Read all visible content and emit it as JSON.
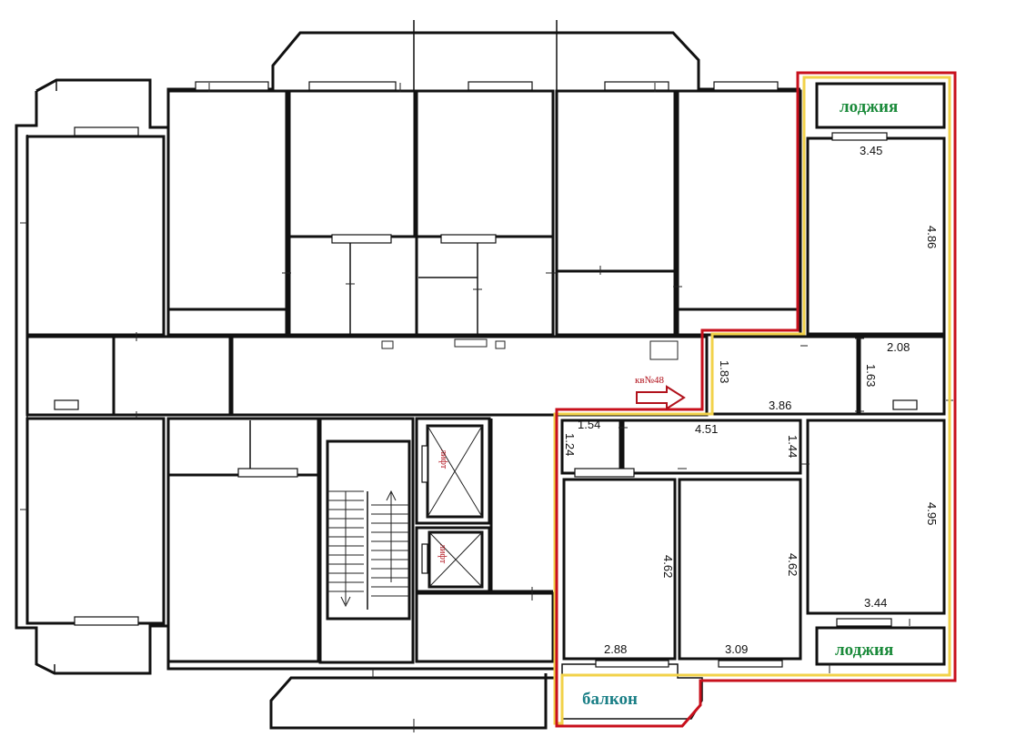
{
  "title": "",
  "apartment": {
    "label": "кв№48",
    "outline_color": "#c8101c",
    "inner_outline_color": "#f2d24a"
  },
  "spaces": {
    "loggia_top": "лоджия",
    "loggia_bottom": "лоджия",
    "balcony": "балкон",
    "lift_upper": "лифт",
    "lift_lower": "лифт"
  },
  "dimensions": {
    "room_top_width": "3.45",
    "room_top_length": "4.86",
    "hall_width": "1.83",
    "hall_length": "3.86",
    "corridor_small_width": "2.08",
    "corridor_small_height": "1.63",
    "bath_width": "1.54",
    "bath_height": "1.24",
    "kitchen_hall_width": "4.51",
    "kitchen_hall_height": "1.44",
    "room_bottom_right_length": "4.95",
    "room_bottom_right_width": "3.44",
    "room_left_length": "4.62",
    "room_left_width": "2.88",
    "room_mid_length": "4.62",
    "room_mid_width": "3.09"
  },
  "colors": {
    "walls": "#111111",
    "loggia_text": "#1a8a3a",
    "balcony_text": "#1a7f86",
    "apartment_label": "#b1121c"
  }
}
